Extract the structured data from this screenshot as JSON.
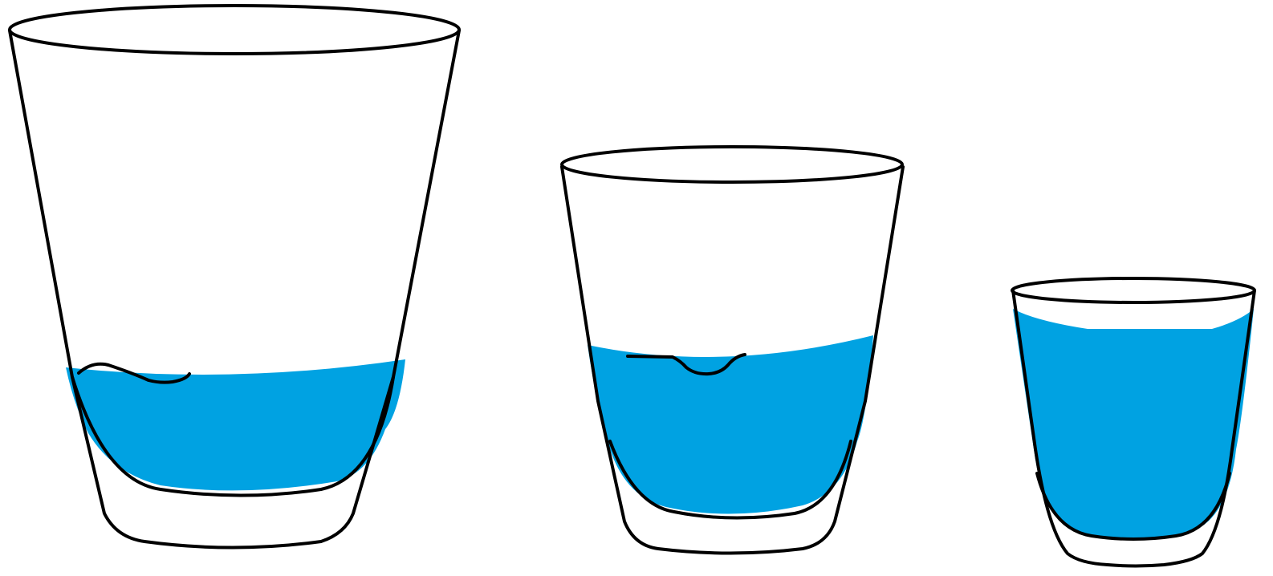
{
  "colors": {
    "water": "#00a2e2",
    "outline": "#000000",
    "background": "#ffffff"
  },
  "glasses": [
    {
      "name": "large-glass",
      "water_fill_fraction": 0.25,
      "has_marker_squiggle": true
    },
    {
      "name": "medium-glass",
      "water_fill_fraction": 0.45,
      "has_marker_squiggle": true
    },
    {
      "name": "small-glass",
      "water_fill_fraction": 0.9,
      "has_marker_squiggle": false
    }
  ]
}
